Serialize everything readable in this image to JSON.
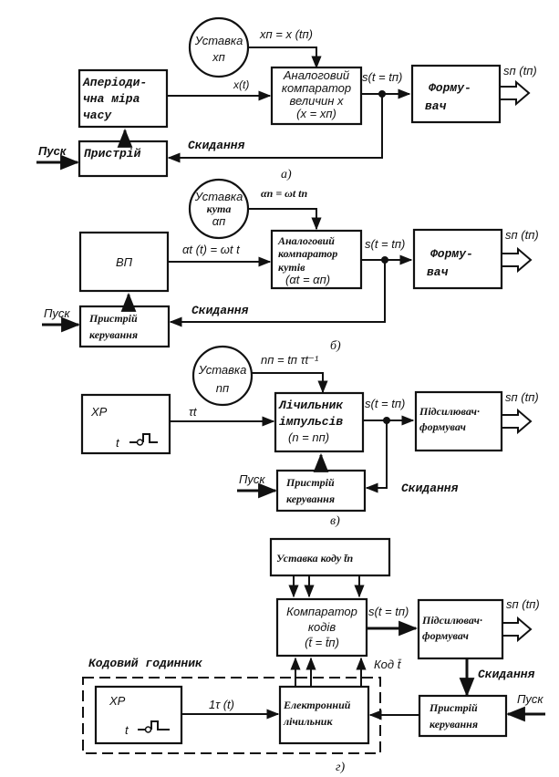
{
  "diagram_a": {
    "setpoint": {
      "line1": "Уставка",
      "line2": "xп"
    },
    "setpoint_signal": "xп = x (tп)",
    "aperiodic_measure": {
      "line1": "Аперіоди-",
      "line2": "чна міра",
      "line3": "часу"
    },
    "input_signal": "x(t)",
    "comparator": {
      "line1": "Аналоговий",
      "line2": "компаратор",
      "line3": "величин x",
      "line4": "(x = xп)"
    },
    "output_signal": "s(t = tп)",
    "shaper": {
      "line1": "Форму-",
      "line2": "вач"
    },
    "result": "sп (tп)",
    "start": "Пуск",
    "device": {
      "line1": "Пристрій"
    },
    "reset": "Скидання",
    "caption": "а)"
  },
  "diagram_b": {
    "setpoint": {
      "line1": "Уставка",
      "line2": "кута",
      "line3": "αп"
    },
    "setpoint_signal": "αп = ωt tп",
    "source": {
      "line1": "ВП"
    },
    "input_signal": "αt (t) = ωt t",
    "comparator": {
      "line1": "Аналоговий",
      "line2": "компаратор",
      "line3": "кутів",
      "line4": "(αt = αп)"
    },
    "output_signal": "s(t = tп)",
    "shaper": {
      "line1": "Форму-",
      "line2": "вач"
    },
    "result": "sп (tп)",
    "start": "Пуск",
    "control": {
      "line1": "Пристрій",
      "line2": "керування"
    },
    "reset": "Скидання",
    "caption": "б)"
  },
  "diagram_c": {
    "setpoint": {
      "line1": "Уставка",
      "line2": "nп"
    },
    "setpoint_signal": "nп = tп τt⁻¹",
    "generator": {
      "line1": "ХР",
      "line2": "t"
    },
    "input_signal": "τt",
    "counter": {
      "line1": "Лічильник",
      "line2": "імпульсів",
      "line3": "(n = nп)"
    },
    "output_signal": "s(t = tп)",
    "amplifier": {
      "line1": "Підсилювач·",
      "line2": "формувач"
    },
    "result": "sп (tп)",
    "start": "Пуск",
    "control": {
      "line1": "Пристрій",
      "line2": "керування"
    },
    "reset": "Скидання",
    "caption": "в)"
  },
  "diagram_d": {
    "code_setpoint": {
      "line1": "Уставка коду t̄п"
    },
    "comparator": {
      "line1": "Компаратор",
      "line2": "кодів",
      "line3": "(t̄ = t̄п)"
    },
    "output_signal": "s(t = tп)",
    "amplifier": {
      "line1": "Підсилювач·",
      "line2": "формувач"
    },
    "result": "sп (tп)",
    "reset": "Скидання",
    "code_label": "Код t̄",
    "clock_label": "Кодовий годинник",
    "generator": {
      "line1": "ХР",
      "line2": "t"
    },
    "pulse_signal": "1τ (t)",
    "counter": {
      "line1": "Електронний",
      "line2": "лічильник"
    },
    "control": {
      "line1": "Пристрій",
      "line2": "керування"
    },
    "start": "Пуск",
    "caption": "г)"
  }
}
